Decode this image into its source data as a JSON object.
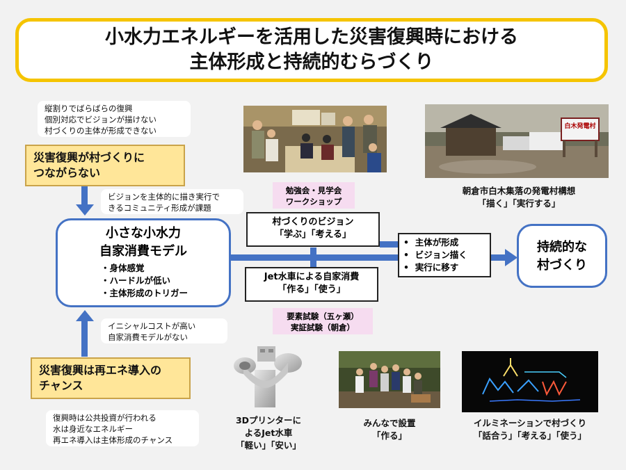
{
  "title": {
    "line1": "小水力エネルギーを活用した災害復興時における",
    "line2": "主体形成と持続的むらづくり"
  },
  "top_note": {
    "lines": [
      "縦割りでばらばらの復興",
      "個別対応でビジョンが描けない",
      "村づくりの主体が形成できない"
    ]
  },
  "problem_box": {
    "line1": "災害復興が村づくりに",
    "line2": "つながらない"
  },
  "upper_note": {
    "line1": "ビジョンを主体的に描き実行で",
    "line2": "きるコミュニティ形成が課題"
  },
  "center_model": {
    "title1": "小さな小水力",
    "title2": "自家消費モデル",
    "bullets": [
      "・身体感覚",
      "・ハードルが低い",
      "・主体形成のトリガー"
    ]
  },
  "lower_note": {
    "line1": "イニシャルコストが高い",
    "line2": "自家消費モデルがない"
  },
  "chance_box": {
    "line1": "災害復興は再エネ導入の",
    "line2": "チャンス"
  },
  "bottom_note": {
    "lines": [
      "復興時は公共投資が行われる",
      "水は身近なエネルギー",
      "再エネ導入は主体形成のチャンス"
    ]
  },
  "vision_box": {
    "line1": "村づくりのビジョン",
    "line2": "「学ぶ」「考える」"
  },
  "jet_box": {
    "line1": "Jet水車による自家消費",
    "line2": "「作る」「使う」"
  },
  "workshop_tag": {
    "line1": "勉強会・見学会",
    "line2": "ワークショップ"
  },
  "experiment_tag": {
    "line1": "要素試験（五ヶ瀬）",
    "line2": "実証試験（朝倉）"
  },
  "outcomes": [
    "主体が形成",
    "ビジョン描く",
    "実行に移す"
  ],
  "goal": {
    "line1": "持続的な",
    "line2": "村づくり"
  },
  "photo_captions": {
    "village": {
      "line1": "朝倉市白木集落の発電村構想",
      "line2": "「描く」「実行する」"
    },
    "printer": {
      "line1": "3Dプリンターに",
      "line2": "よるJet水車",
      "line3": "「軽い」「安い」"
    },
    "install": {
      "line1": "みんなで設置",
      "line2": "「作る」"
    },
    "illumination": {
      "line1": "イルミネーションで村づくり",
      "line2": "「話合う」「考える」「使う」"
    }
  },
  "sign_text": "白木発電村",
  "colors": {
    "title_border": "#f5c400",
    "accent_blue": "#4472c4",
    "yellow_box": "#ffe699",
    "pink_tag": "#f6dcf0"
  }
}
